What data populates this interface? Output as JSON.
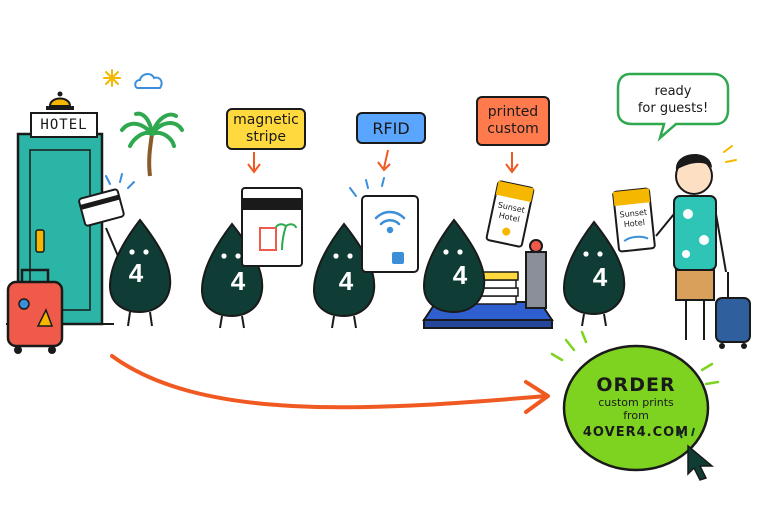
{
  "labels": {
    "hotel_sign": "HOTEL",
    "magnetic": [
      "magnetic",
      "stripe"
    ],
    "rfid": "RFID",
    "printed": [
      "printed",
      "custom"
    ],
    "speech": [
      "ready",
      "for guests!"
    ],
    "character_number": "4",
    "card_brand": [
      "Sunset",
      "Hotel"
    ],
    "cta_title": "ORDER",
    "cta_lines": [
      "custom prints",
      "from"
    ],
    "cta_url": "4OVER4.COM"
  },
  "colors": {
    "door": "#2bb5a6",
    "character": "#0f3d35",
    "tag_magnetic": "#ffd93d",
    "tag_rfid": "#5aa6ff",
    "tag_printed": "#ff7a4d",
    "cta_circle": "#7ed321",
    "arrow": "#f05a22",
    "suitcase_left": "#f05a4a",
    "suitcase_right": "#2f5f9c",
    "shirt": "#2ec4b6"
  },
  "icons": [
    "bell-icon",
    "sparkle-icon",
    "cloud-icon",
    "palm-tree-icon",
    "wifi-icon",
    "cursor-icon"
  ]
}
